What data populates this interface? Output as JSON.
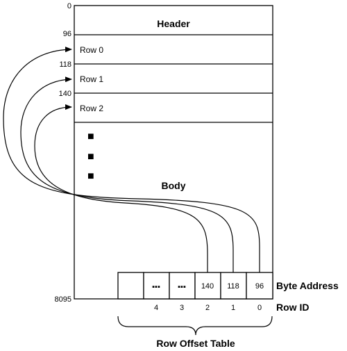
{
  "page": {
    "byte_addresses": [
      "0",
      "96",
      "118",
      "140",
      "8095"
    ],
    "header_label": "Header",
    "rows": [
      "Row 0",
      "Row 1",
      "Row 2"
    ],
    "body_label": "Body",
    "vertical_ellipsis": [
      "■",
      "■",
      "■"
    ],
    "offset_table": {
      "cells": [
        "",
        "▪▪▪",
        "▪▪▪",
        "140",
        "118",
        "96"
      ],
      "row_ids": [
        "4",
        "3",
        "2",
        "1",
        "0"
      ],
      "byte_address_label": "Byte Address",
      "row_id_label": "Row ID",
      "title": "Row Offset Table"
    }
  }
}
